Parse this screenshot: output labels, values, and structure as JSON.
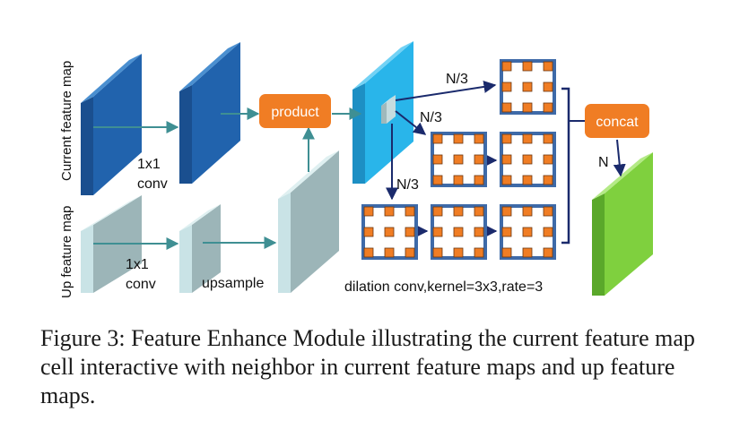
{
  "labels": {
    "current_feature_map": "Current feature map",
    "up_feature_map": "Up feature map",
    "conv_top_line1": "1x1",
    "conv_top_line2": "conv",
    "conv_bottom_line1": "1x1",
    "conv_bottom_line2": "conv",
    "upsample": "upsample",
    "product": "product",
    "concat": "concat",
    "split_top": "N/3",
    "split_mid": "N/3",
    "split_bottom": "N/3",
    "concat_n": "N",
    "dilation": "dilation conv,kernel=3x3,rate=3"
  },
  "caption": {
    "figure_label": "Figure 3:",
    "text": "Feature Enhance Module illustrating the current feature map cell interactive with neighbor in current feature maps and up feature maps."
  },
  "colors": {
    "dark_blue_map": "#1f5fa8",
    "light_blue_map": "#27b3e8",
    "gray_map": "#9cb5b8",
    "green_map": "#7fd03e",
    "orange_box": "#f07d24",
    "arrow_teal": "#3f8f93",
    "arrow_navy": "#1a2a6c"
  },
  "icons": {
    "dilated_kernel": "dilated-kernel-grid-icon",
    "feature_map": "feature-map-slab-icon"
  }
}
